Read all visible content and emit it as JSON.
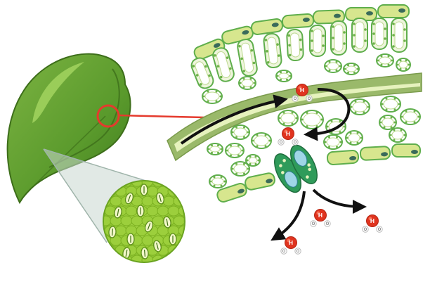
{
  "diagram": {
    "subject": "leaf-transpiration",
    "atom_labels": {
      "hydrogen": "H",
      "oxygen": "O"
    },
    "colors": {
      "leaf_dark": "#4e8a24",
      "leaf_mid": "#6ea736",
      "leaf_light": "#9fcf5a",
      "cell_fill": "#d7e68e",
      "cell_outline": "#5fae4c",
      "vein_outer": "#9ab96a",
      "vein_inner": "#e6f2bd",
      "guard_cell": "#2f9b5a",
      "stoma_pore": "#9fd6e6",
      "highlight_ring": "#e53a2d",
      "hydrogen_red": "#e0341f",
      "arrow": "#111111",
      "magnifier_fill": "#9ccf3c"
    }
  }
}
